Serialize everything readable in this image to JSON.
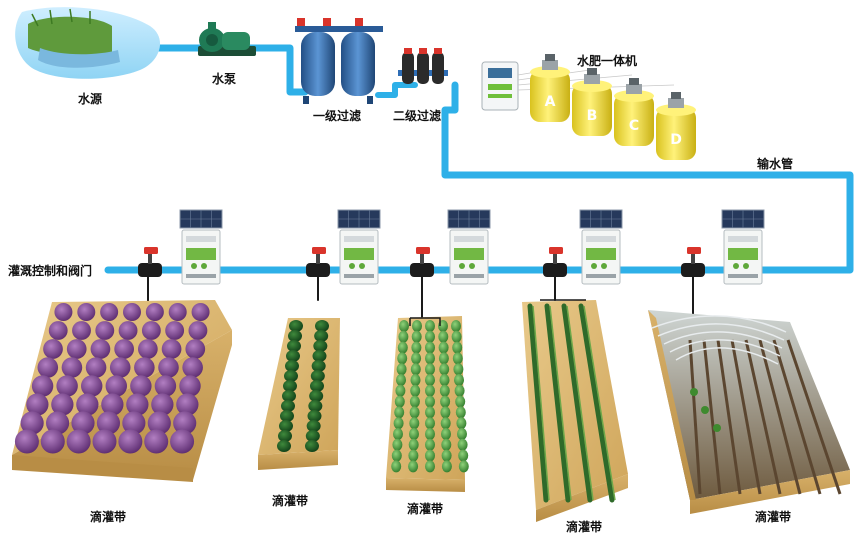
{
  "labels": {
    "water_source": "水源",
    "pump": "水泵",
    "primary_filter": "一级过滤",
    "secondary_filter": "二级过滤",
    "fertigation_machine": "水肥一体机",
    "delivery_pipe": "输水管",
    "irrigation_control": "灌溉控制和阀门"
  },
  "tanks": [
    "A",
    "B",
    "C",
    "D"
  ],
  "fields": [
    {
      "label": "滴灌带",
      "crop": "purple-cabbage"
    },
    {
      "label": "滴灌带",
      "crop": "dark-green-rows"
    },
    {
      "label": "滴灌带",
      "crop": "green-seedlings"
    },
    {
      "label": "滴灌带",
      "crop": "narrow-rows"
    },
    {
      "label": "滴灌带",
      "crop": "greenhouse"
    }
  ],
  "colors": {
    "pipe": "#2eb0e8",
    "soil": "#d9b56a",
    "tank": "#f3e23a",
    "valve_red": "#d9342b",
    "filter_blue": "#3f78b8",
    "pump_green": "#1f7a55"
  }
}
